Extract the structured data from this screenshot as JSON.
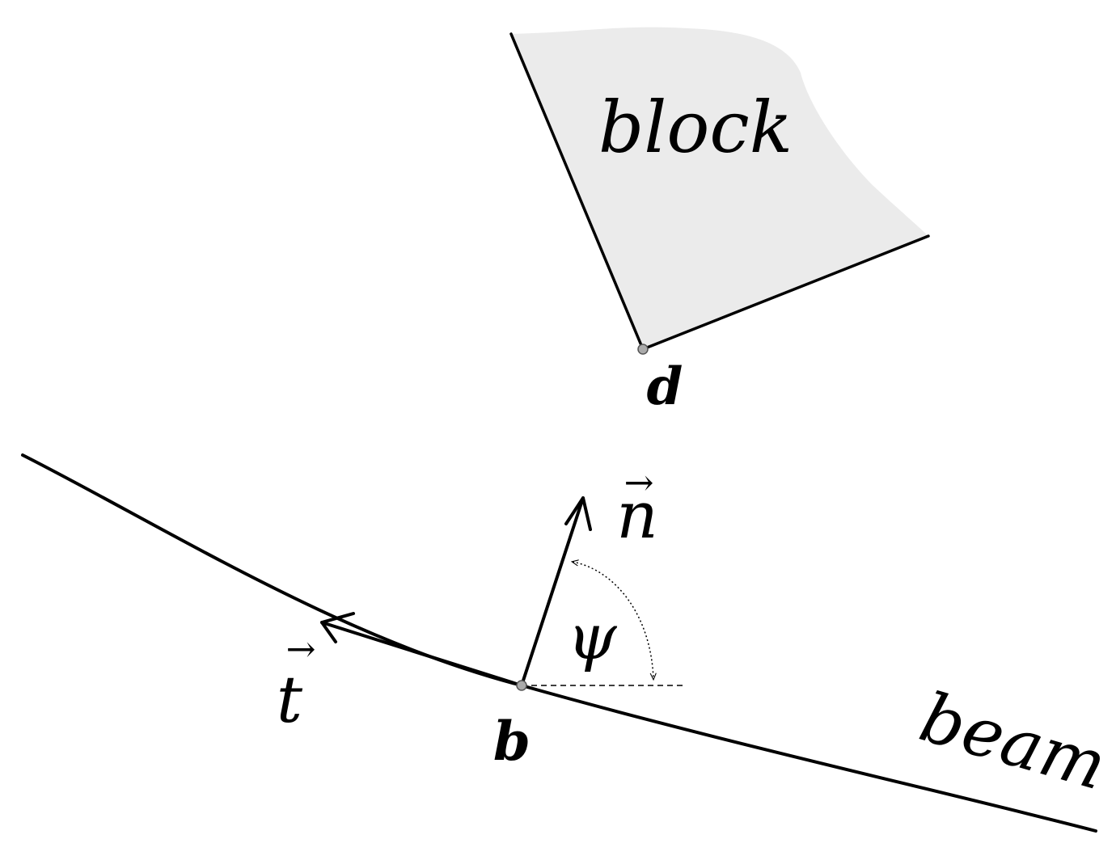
{
  "labels": {
    "block": "block",
    "beam": "beam",
    "point_d": "d",
    "point_b": "b",
    "normal": "n",
    "tangent": "t",
    "angle": "ψ"
  },
  "vector_accent": "→",
  "colors": {
    "block_fill": "#ebebeb",
    "stroke": "#000000",
    "point_fill": "#aaaaaa"
  }
}
